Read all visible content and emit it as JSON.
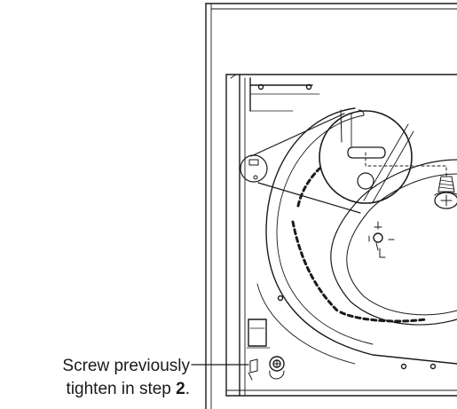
{
  "callout": {
    "line1": "Screw previously",
    "line2_prefix": "tighten in step ",
    "step_number": "2",
    "line2_suffix": "."
  }
}
